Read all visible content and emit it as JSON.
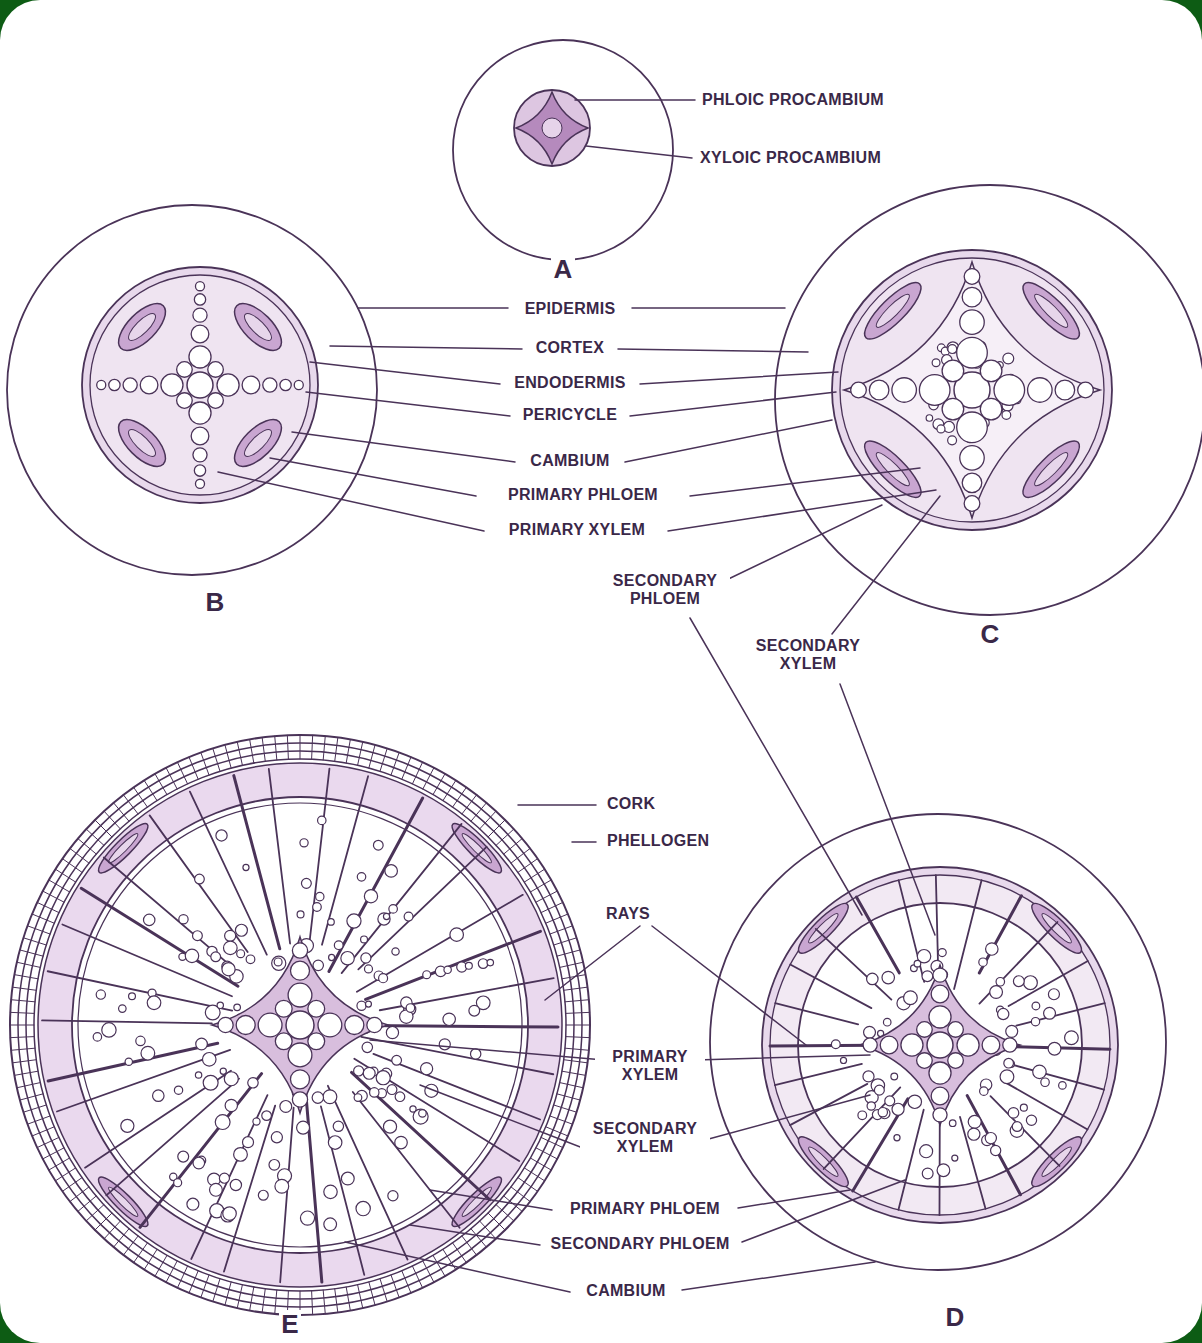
{
  "diagram": {
    "labels": [
      "PHLOIC PROCAMBIUM",
      "XYLOIC PROCAMBIUM",
      "A",
      "EPIDERMIS",
      "CORTEX",
      "ENDODERMIS",
      "PERICYCLE",
      "CAMBIUM",
      "PRIMARY PHLOEM",
      "PRIMARY XYLEM",
      "B",
      "C",
      "SECONDARY PHLOEM",
      "SECONDARY XYLEM",
      "CORK",
      "PHELLOGEN",
      "RAYS",
      "PRIMARY XYLEM",
      "SECONDARY XYLEM",
      "PRIMARY PHLOEM",
      "SECONDARY PHLOEM",
      "CAMBIUM",
      "E",
      "D"
    ]
  }
}
